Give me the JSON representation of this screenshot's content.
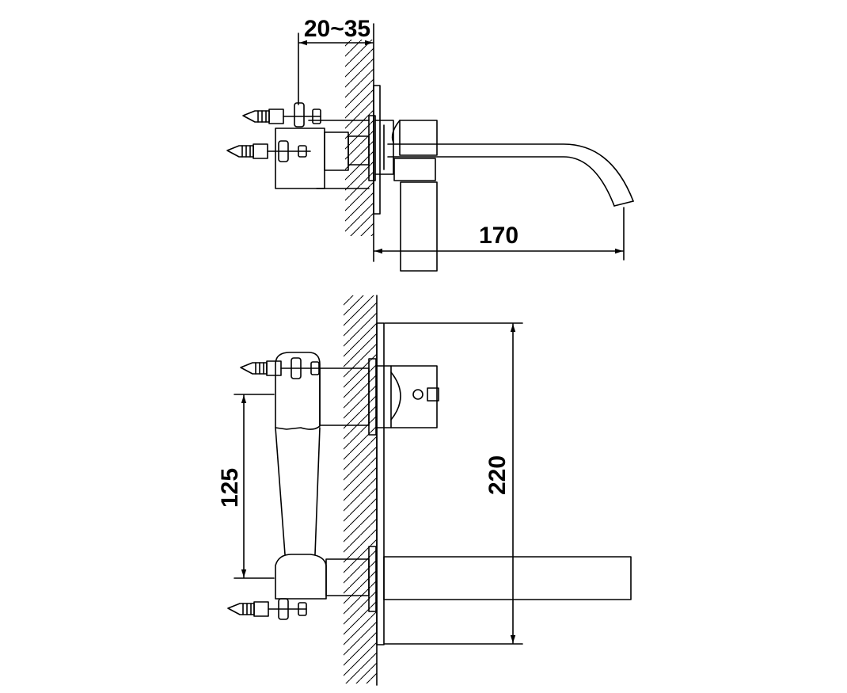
{
  "colors": {
    "line": "#000000",
    "background": "#ffffff"
  },
  "dimensions": {
    "wall_thickness": "20~35",
    "spout_projection": "170",
    "fixing_centres": "125",
    "plate_height": "220"
  }
}
